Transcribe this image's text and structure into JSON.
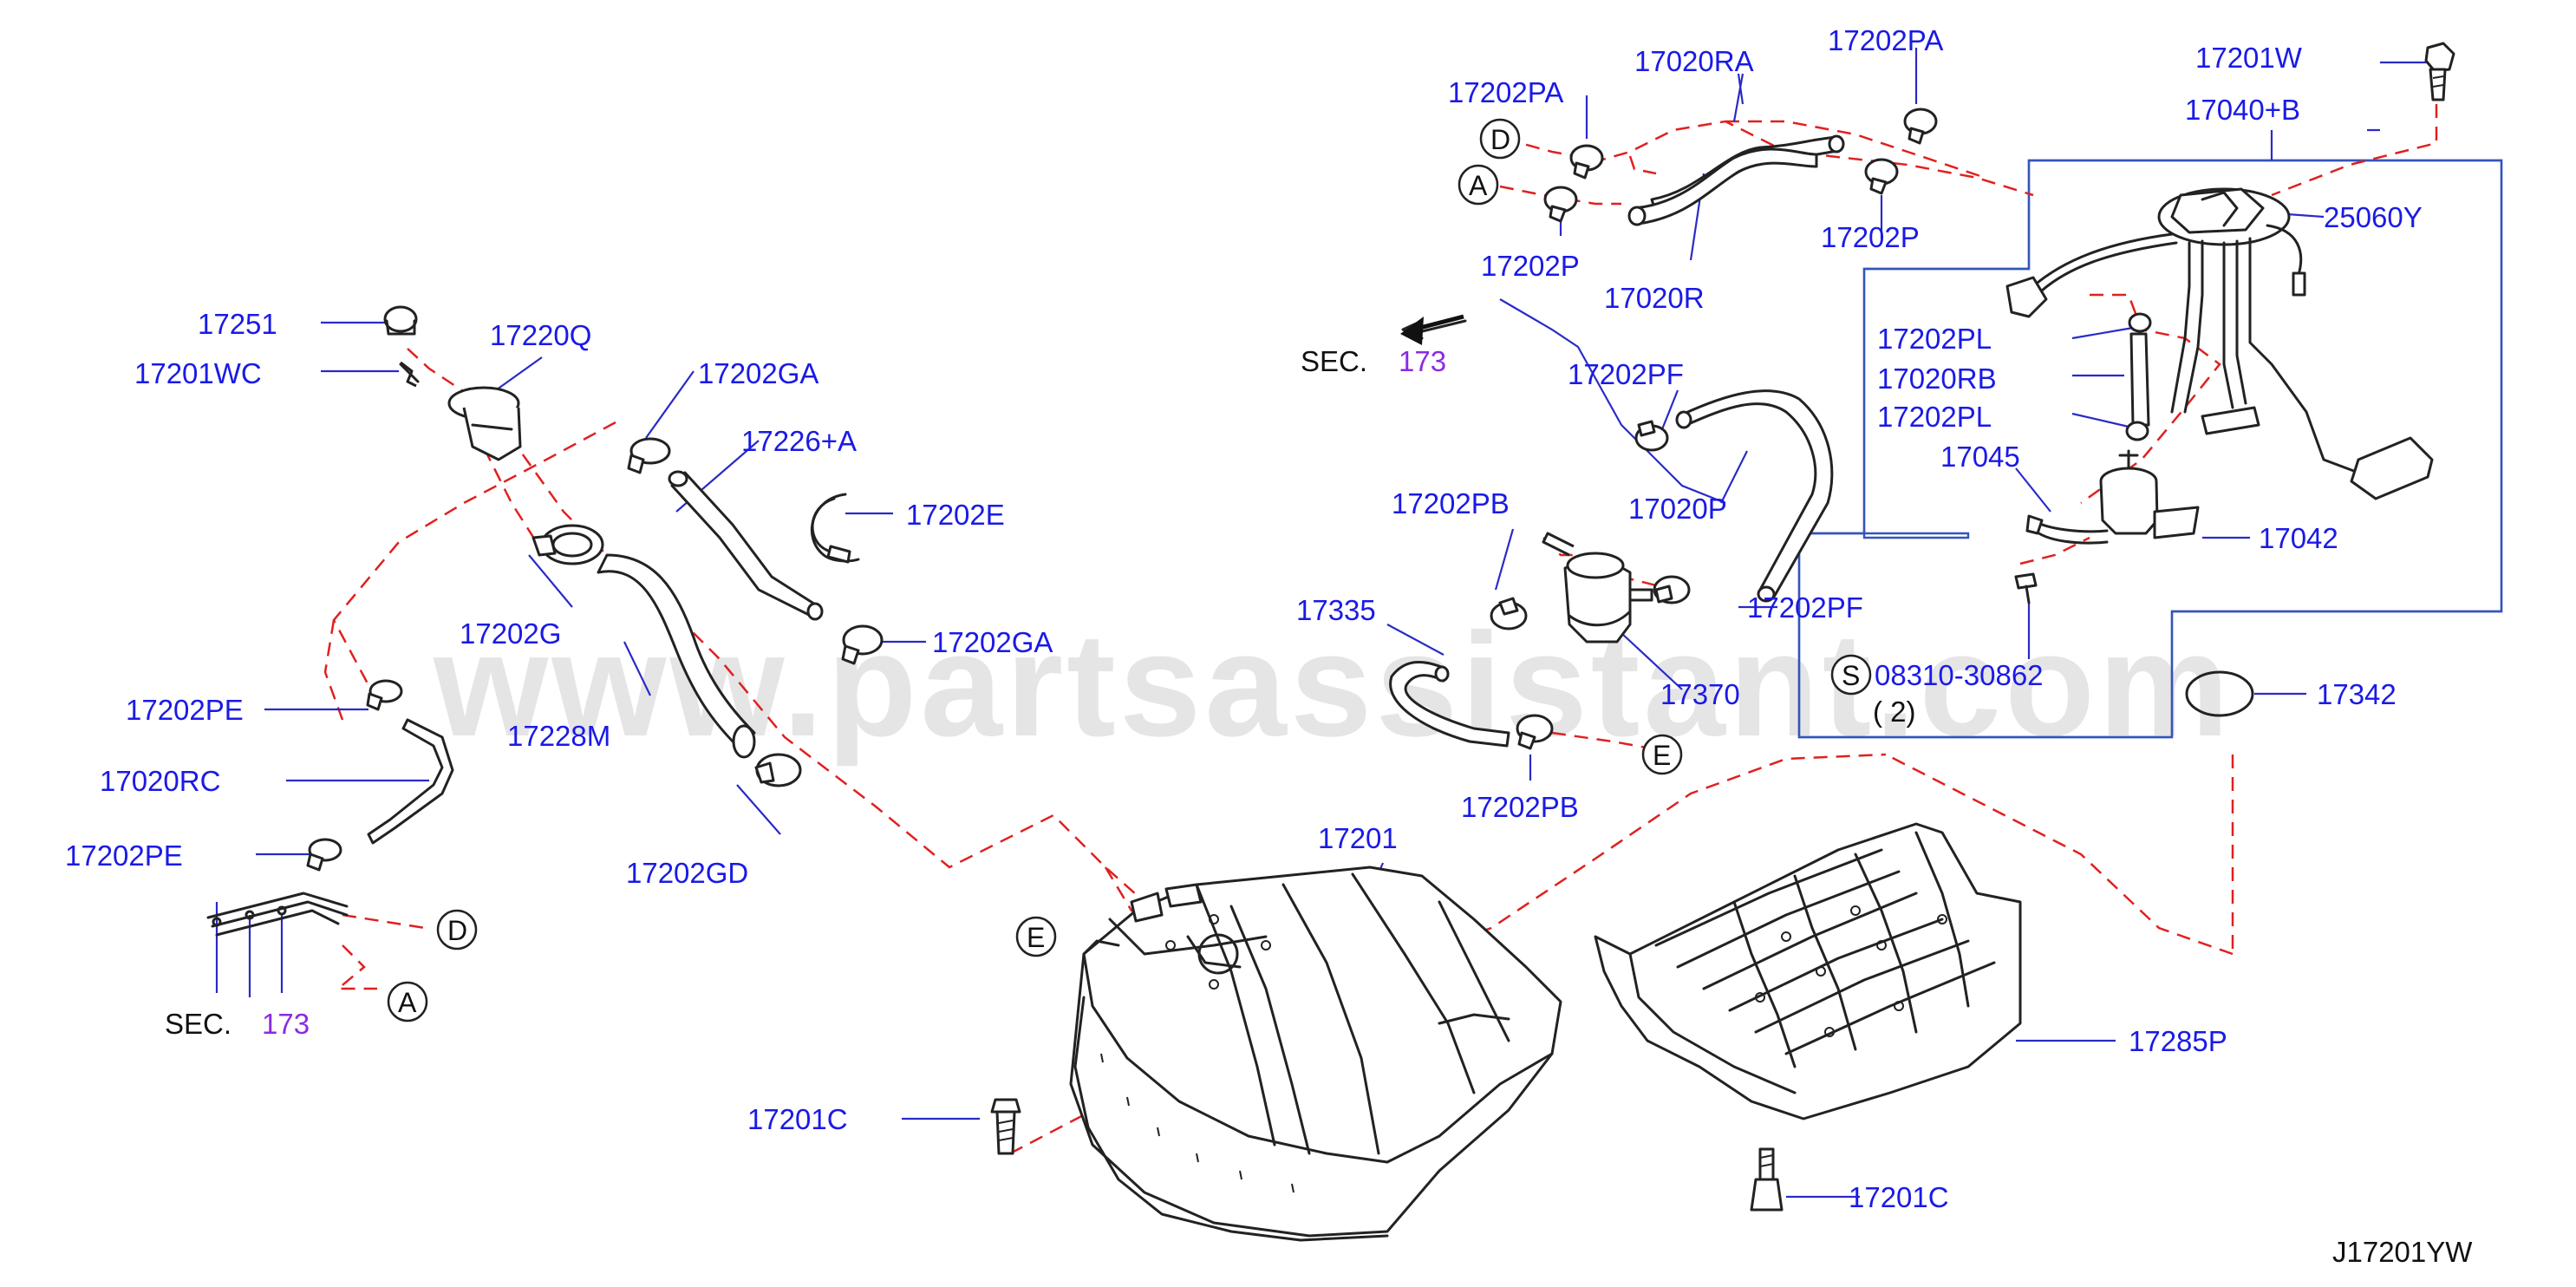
{
  "diagram_id": "J17201YW",
  "watermark": "www.partsassistant.com",
  "sec_label": "SEC.",
  "sec_number": "173",
  "callouts": {
    "A": "A",
    "D": "D",
    "E": "E",
    "S": "S"
  },
  "labels": {
    "p17251": "17251",
    "p17201WC": "17201WC",
    "p17220Q": "17220Q",
    "p17202GA_top": "17202GA",
    "p17226A": "17226+A",
    "p17202E": "17202E",
    "p17202G": "17202G",
    "p17202GA_mid": "17202GA",
    "p17228M": "17228M",
    "p17202PE_top": "17202PE",
    "p17020RC": "17020RC",
    "p17202PE_bot": "17202PE",
    "p17202GD": "17202GD",
    "p17202PA_left": "17202PA",
    "p17020RA": "17020RA",
    "p17202PA_right": "17202PA",
    "p17201W": "17201W",
    "p17040B": "17040+B",
    "p25060Y": "25060Y",
    "p17202P_left": "17202P",
    "p17202P_right": "17202P",
    "p17020R": "17020R",
    "p17202PF_top": "17202PF",
    "p17020P": "17020P",
    "p17202PB_top": "17202PB",
    "p17202PF_right": "17202PF",
    "p17335": "17335",
    "p17370": "17370",
    "p17202PB_bot": "17202PB",
    "p17202PL_top": "17202PL",
    "p17020RB": "17020RB",
    "p17202PL_bot": "17202PL",
    "p17045": "17045",
    "p17042": "17042",
    "p08310": "08310-30862",
    "p08310_qty": "( 2)",
    "p17342": "17342",
    "p17201": "17201",
    "p17285P": "17285P",
    "p17201C_left": "17201C",
    "p17201C_right": "17201C"
  }
}
